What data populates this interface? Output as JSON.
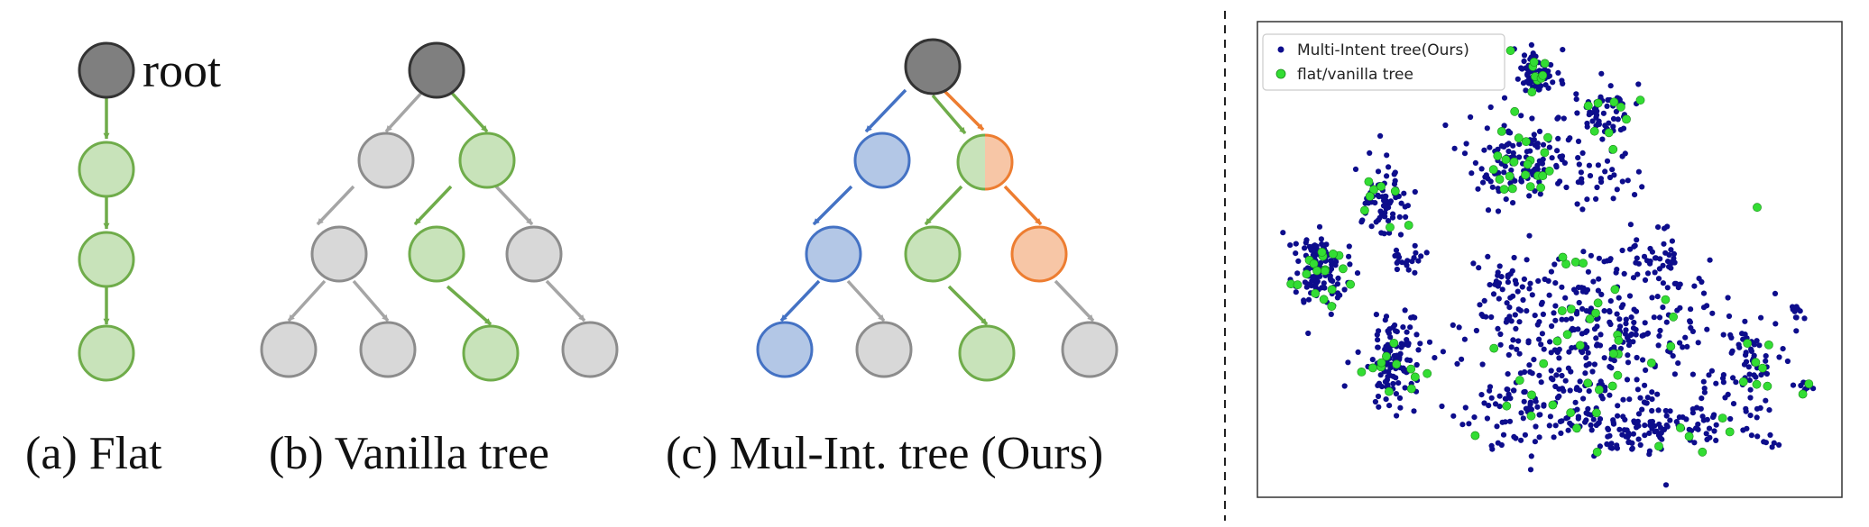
{
  "diagram": {
    "root_label": "root",
    "captions": {
      "flat": "(a) Flat",
      "vanilla": "(b) Vanilla tree",
      "multi": "(c) Mul-Int. tree (Ours)"
    }
  },
  "colors": {
    "root_fill": "#7f7f7f",
    "root_stroke": "#333333",
    "green_fill": "#c8e3ba",
    "green_stroke": "#6fac4a",
    "gray_fill": "#d8d8d8",
    "gray_stroke": "#8c8c8c",
    "gray_edge": "#a5a5a5",
    "blue_fill": "#b3c7e6",
    "blue_stroke": "#4472c4",
    "orange_fill": "#f7c6a6",
    "orange_stroke": "#ed7d31",
    "scatter_blue": "#0d0d8c",
    "scatter_green": "#33dd33"
  },
  "chart_data": {
    "type": "scatter",
    "title": "",
    "xlabel": "",
    "ylabel": "",
    "grid": false,
    "axes_ticks": false,
    "legend_position": "top-left",
    "series": [
      {
        "name": "Multi-Intent tree(Ours)",
        "color": "#0d0d8c",
        "clusters": [
          {
            "cx": 0.48,
            "cy": 0.1,
            "sx": 0.018,
            "sy": 0.025,
            "n": 70
          },
          {
            "cx": 0.59,
            "cy": 0.18,
            "sx": 0.025,
            "sy": 0.028,
            "n": 60
          },
          {
            "cx": 0.45,
            "cy": 0.29,
            "sx": 0.045,
            "sy": 0.045,
            "n": 120
          },
          {
            "cx": 0.59,
            "cy": 0.32,
            "sx": 0.035,
            "sy": 0.035,
            "n": 35
          },
          {
            "cx": 0.21,
            "cy": 0.37,
            "sx": 0.025,
            "sy": 0.04,
            "n": 70
          },
          {
            "cx": 0.1,
            "cy": 0.52,
            "sx": 0.025,
            "sy": 0.04,
            "n": 120
          },
          {
            "cx": 0.25,
            "cy": 0.5,
            "sx": 0.02,
            "sy": 0.015,
            "n": 20
          },
          {
            "cx": 0.23,
            "cy": 0.72,
            "sx": 0.025,
            "sy": 0.05,
            "n": 110
          },
          {
            "cx": 0.58,
            "cy": 0.66,
            "sx": 0.12,
            "sy": 0.09,
            "n": 320
          },
          {
            "cx": 0.5,
            "cy": 0.82,
            "sx": 0.08,
            "sy": 0.04,
            "n": 110
          },
          {
            "cx": 0.73,
            "cy": 0.85,
            "sx": 0.05,
            "sy": 0.035,
            "n": 60
          },
          {
            "cx": 0.62,
            "cy": 0.88,
            "sx": 0.04,
            "sy": 0.02,
            "n": 40
          },
          {
            "cx": 0.85,
            "cy": 0.74,
            "sx": 0.025,
            "sy": 0.05,
            "n": 60
          },
          {
            "cx": 0.93,
            "cy": 0.61,
            "sx": 0.006,
            "sy": 0.008,
            "n": 10
          },
          {
            "cx": 0.95,
            "cy": 0.78,
            "sx": 0.008,
            "sy": 0.008,
            "n": 8
          },
          {
            "cx": 0.88,
            "cy": 0.88,
            "sx": 0.01,
            "sy": 0.01,
            "n": 8
          },
          {
            "cx": 0.43,
            "cy": 0.56,
            "sx": 0.03,
            "sy": 0.03,
            "n": 30
          },
          {
            "cx": 0.69,
            "cy": 0.5,
            "sx": 0.03,
            "sy": 0.03,
            "n": 40
          }
        ]
      },
      {
        "name": "flat/vanilla tree",
        "color": "#33dd33",
        "clusters": [
          {
            "cx": 0.48,
            "cy": 0.1,
            "sx": 0.02,
            "sy": 0.025,
            "n": 9
          },
          {
            "cx": 0.59,
            "cy": 0.18,
            "sx": 0.025,
            "sy": 0.03,
            "n": 9
          },
          {
            "cx": 0.45,
            "cy": 0.29,
            "sx": 0.045,
            "sy": 0.045,
            "n": 22
          },
          {
            "cx": 0.21,
            "cy": 0.37,
            "sx": 0.025,
            "sy": 0.04,
            "n": 8
          },
          {
            "cx": 0.1,
            "cy": 0.52,
            "sx": 0.025,
            "sy": 0.04,
            "n": 18
          },
          {
            "cx": 0.23,
            "cy": 0.72,
            "sx": 0.025,
            "sy": 0.05,
            "n": 12
          },
          {
            "cx": 0.58,
            "cy": 0.66,
            "sx": 0.11,
            "sy": 0.09,
            "n": 28
          },
          {
            "cx": 0.5,
            "cy": 0.82,
            "sx": 0.08,
            "sy": 0.04,
            "n": 10
          },
          {
            "cx": 0.73,
            "cy": 0.85,
            "sx": 0.05,
            "sy": 0.035,
            "n": 6
          },
          {
            "cx": 0.85,
            "cy": 0.74,
            "sx": 0.025,
            "sy": 0.05,
            "n": 7
          },
          {
            "cx": 0.95,
            "cy": 0.78,
            "sx": 0.008,
            "sy": 0.008,
            "n": 2
          }
        ]
      }
    ]
  }
}
